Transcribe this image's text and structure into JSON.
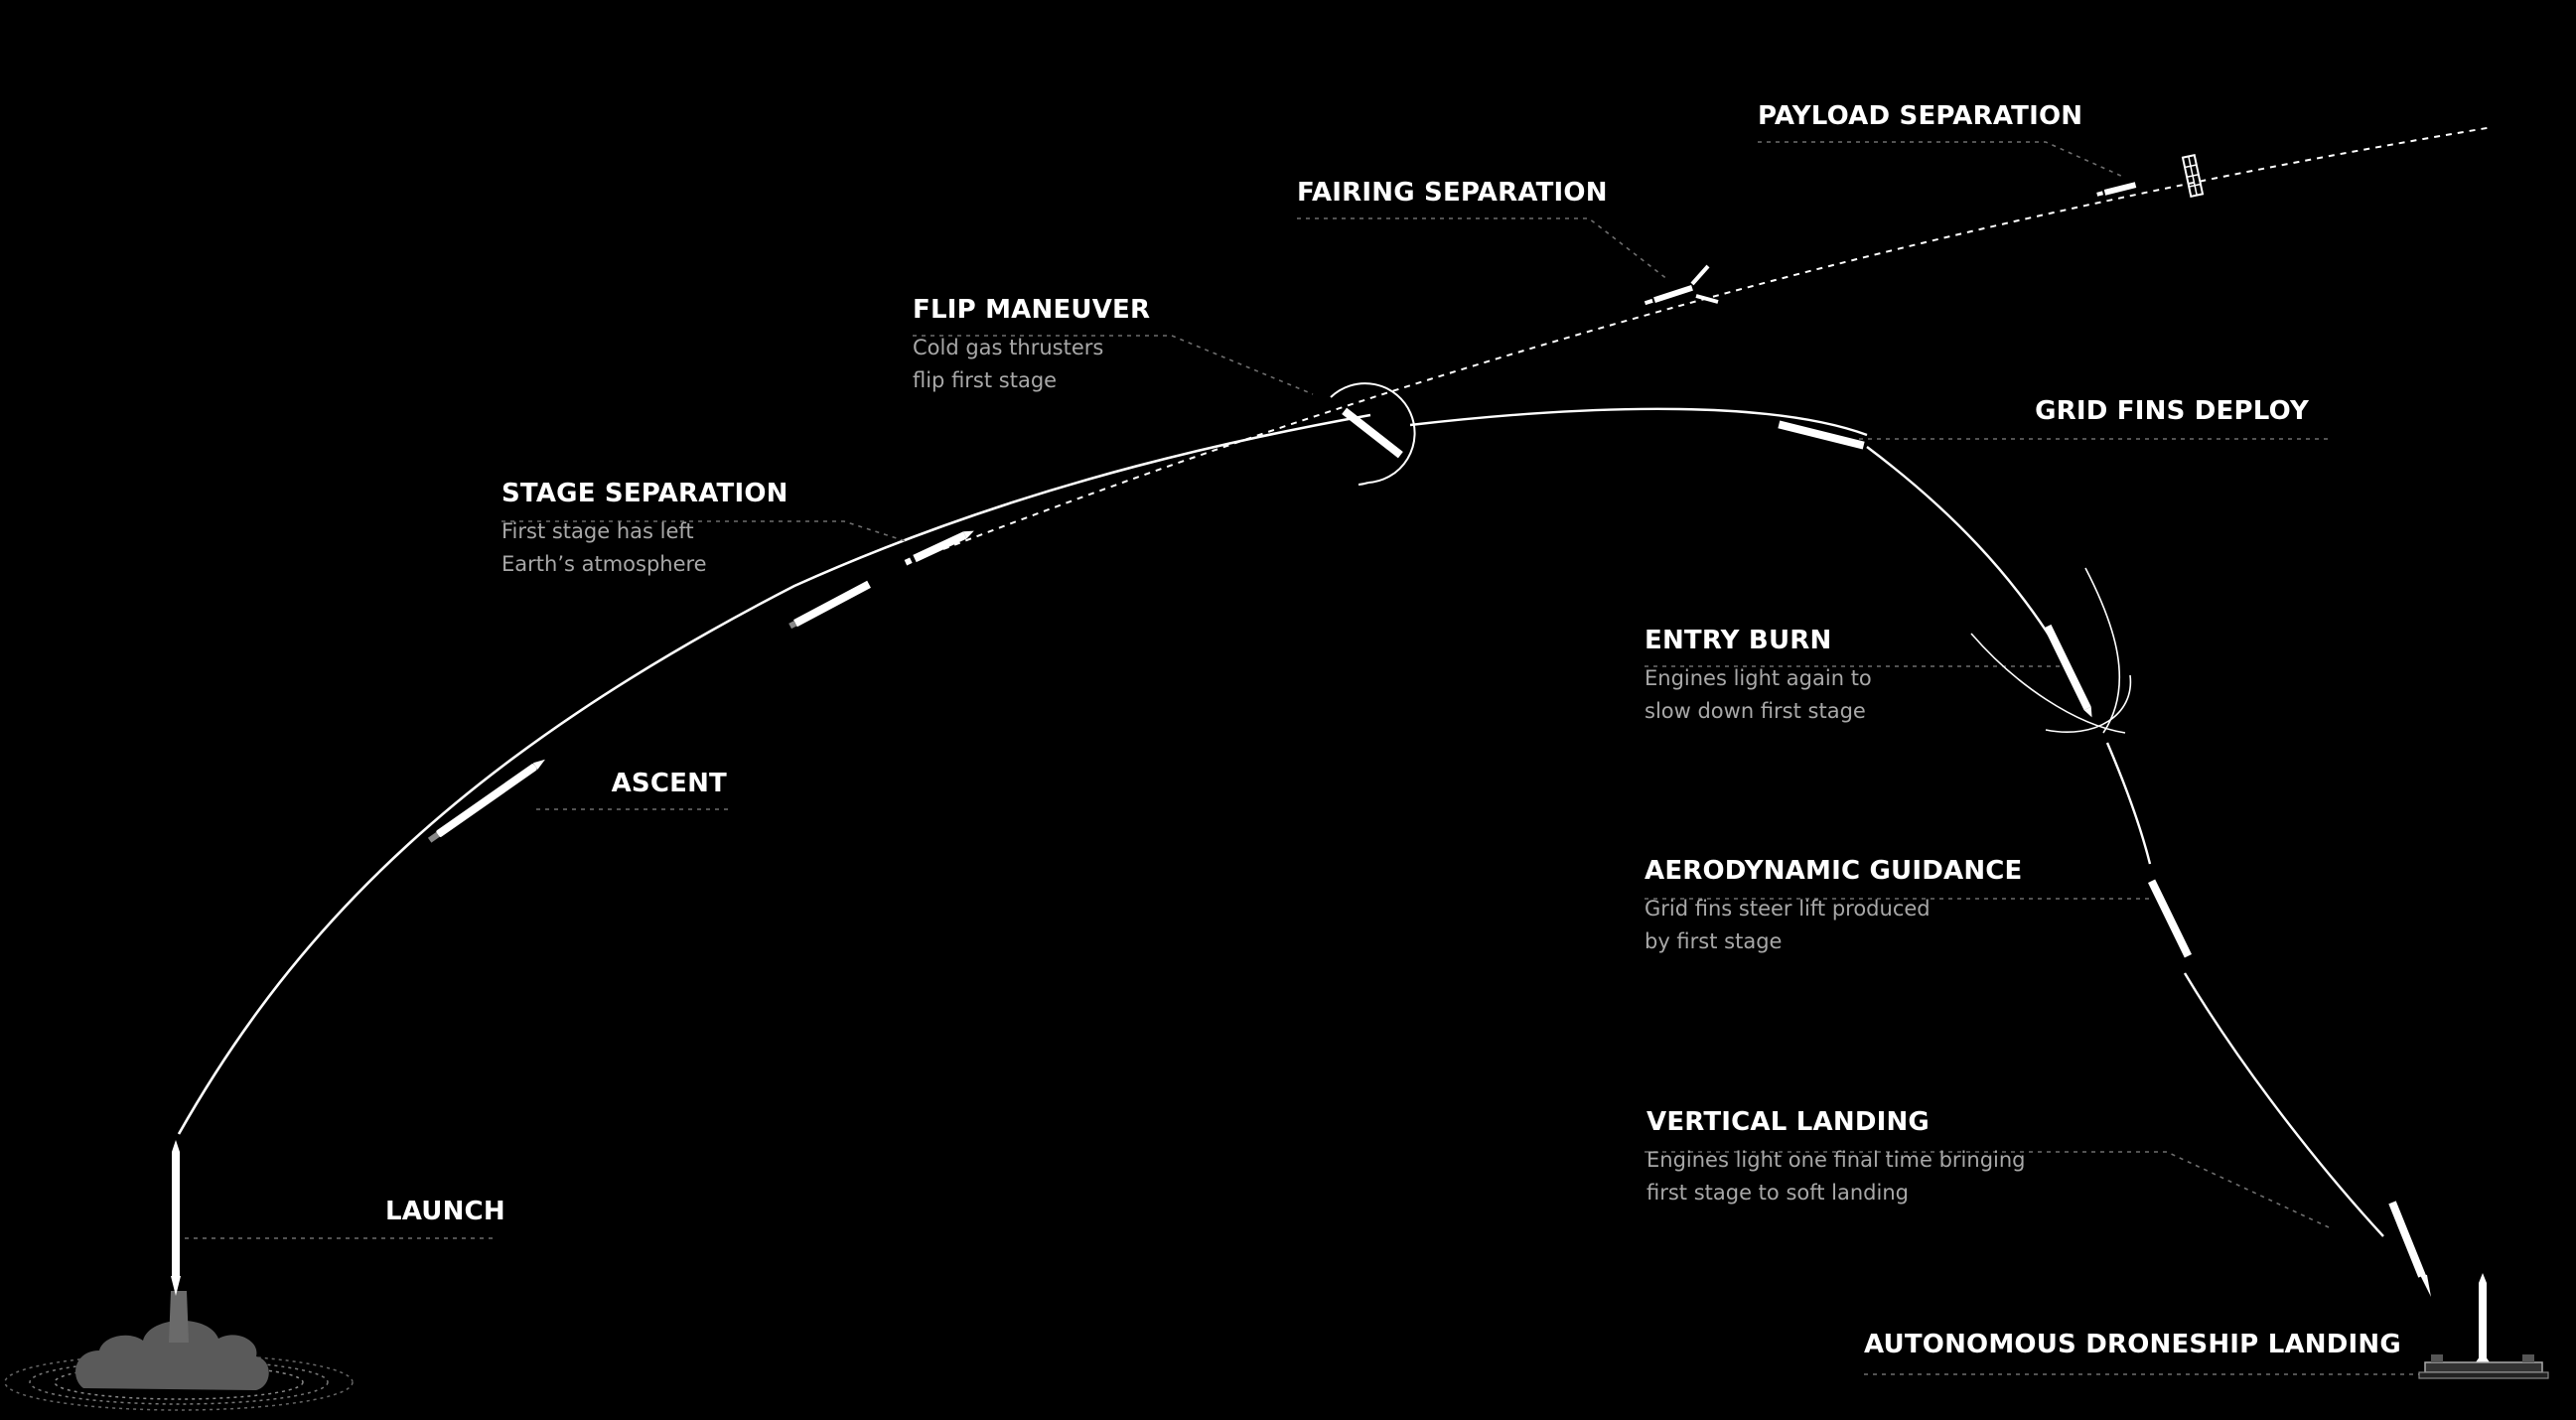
{
  "stages": [
    {
      "id": "launch",
      "title": "LAUNCH",
      "lines": []
    },
    {
      "id": "ascent",
      "title": "ASCENT",
      "lines": []
    },
    {
      "id": "stage-separation",
      "title": "STAGE SEPARATION",
      "lines": [
        "First stage has left",
        "Earth’s atmosphere"
      ]
    },
    {
      "id": "flip-maneuver",
      "title": "FLIP MANEUVER",
      "lines": [
        "Cold gas thrusters",
        "flip first stage"
      ]
    },
    {
      "id": "fairing-separation",
      "title": "FAIRING SEPARATION",
      "lines": []
    },
    {
      "id": "payload-separation",
      "title": "PAYLOAD SEPARATION",
      "lines": []
    },
    {
      "id": "grid-fins-deploy",
      "title": "GRID FINS DEPLOY",
      "lines": []
    },
    {
      "id": "entry-burn",
      "title": "ENTRY BURN",
      "lines": [
        "Engines light again to",
        "slow down first stage"
      ]
    },
    {
      "id": "aerodynamic-guidance",
      "title": "AERODYNAMIC GUIDANCE",
      "lines": [
        "Grid fins steer lift produced",
        "by first stage"
      ]
    },
    {
      "id": "vertical-landing",
      "title": "VERTICAL LANDING",
      "lines": [
        "Engines light one final time bringing",
        "first stage to soft landing"
      ]
    },
    {
      "id": "droneship-landing",
      "title": "AUTONOMOUS DRONESHIP LANDING",
      "lines": []
    }
  ],
  "colors": {
    "background": "#000000",
    "line": "#ffffff",
    "leader": "#6e6e6e",
    "description": "#a8a8a8",
    "smoke": "#5a5a5a"
  }
}
